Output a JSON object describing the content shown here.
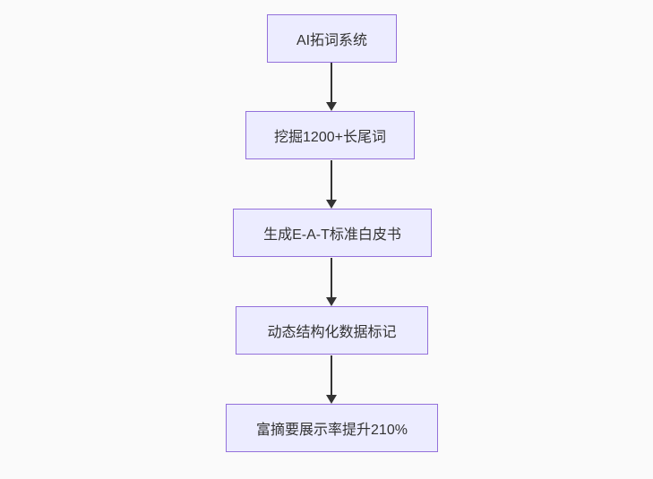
{
  "page": {
    "background": "#fafafa"
  },
  "flowchart": {
    "direction": "top-down",
    "node_fill": "#ECECFF",
    "node_border": "#9370DB",
    "text_color": "#333333",
    "arrow_color": "#333333",
    "nodes": [
      {
        "label": "AI拓词系统"
      },
      {
        "label": "挖掘1200+长尾词"
      },
      {
        "label": "生成E-A-T标准白皮书"
      },
      {
        "label": "动态结构化数据标记"
      },
      {
        "label": "富摘要展示率提升210%"
      }
    ]
  }
}
